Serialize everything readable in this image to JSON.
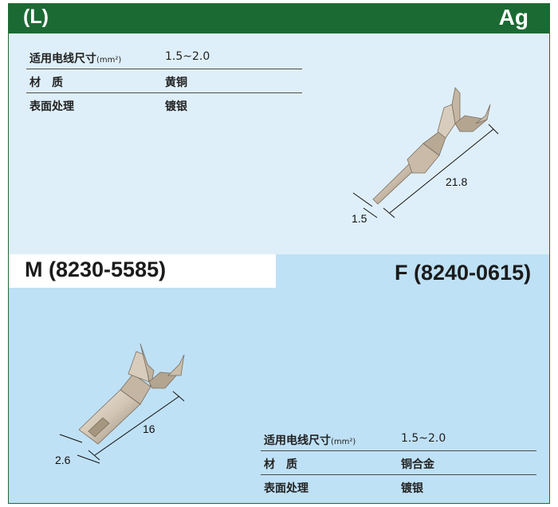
{
  "header": {
    "left_label": "(L)",
    "right_label": "Ag"
  },
  "spec_top": {
    "rows": [
      {
        "key": "适用电线尺寸",
        "unit": "(mm²)",
        "value": "1.5~2.0"
      },
      {
        "key": "材　质",
        "unit": "",
        "value": "黄铜"
      },
      {
        "key": "表面处理",
        "unit": "",
        "value": "镀银"
      }
    ]
  },
  "male": {
    "title": "M (8230-5585)",
    "dim_length": "21.8",
    "dim_width": "1.5"
  },
  "female": {
    "title": "F (8240-0615)",
    "dim_length": "16",
    "dim_width": "2.6"
  },
  "spec_bottom": {
    "rows": [
      {
        "key": "适用电线尺寸",
        "unit": "(mm²)",
        "value": "1.5~2.0"
      },
      {
        "key": "材　质",
        "unit": "",
        "value": "铜合金"
      },
      {
        "key": "表面处理",
        "unit": "",
        "value": "镀银"
      }
    ]
  },
  "colors": {
    "header_green": "#1c6a33",
    "panel_light_blue": "#dfeff9",
    "panel_blue": "#bfe1f5"
  }
}
